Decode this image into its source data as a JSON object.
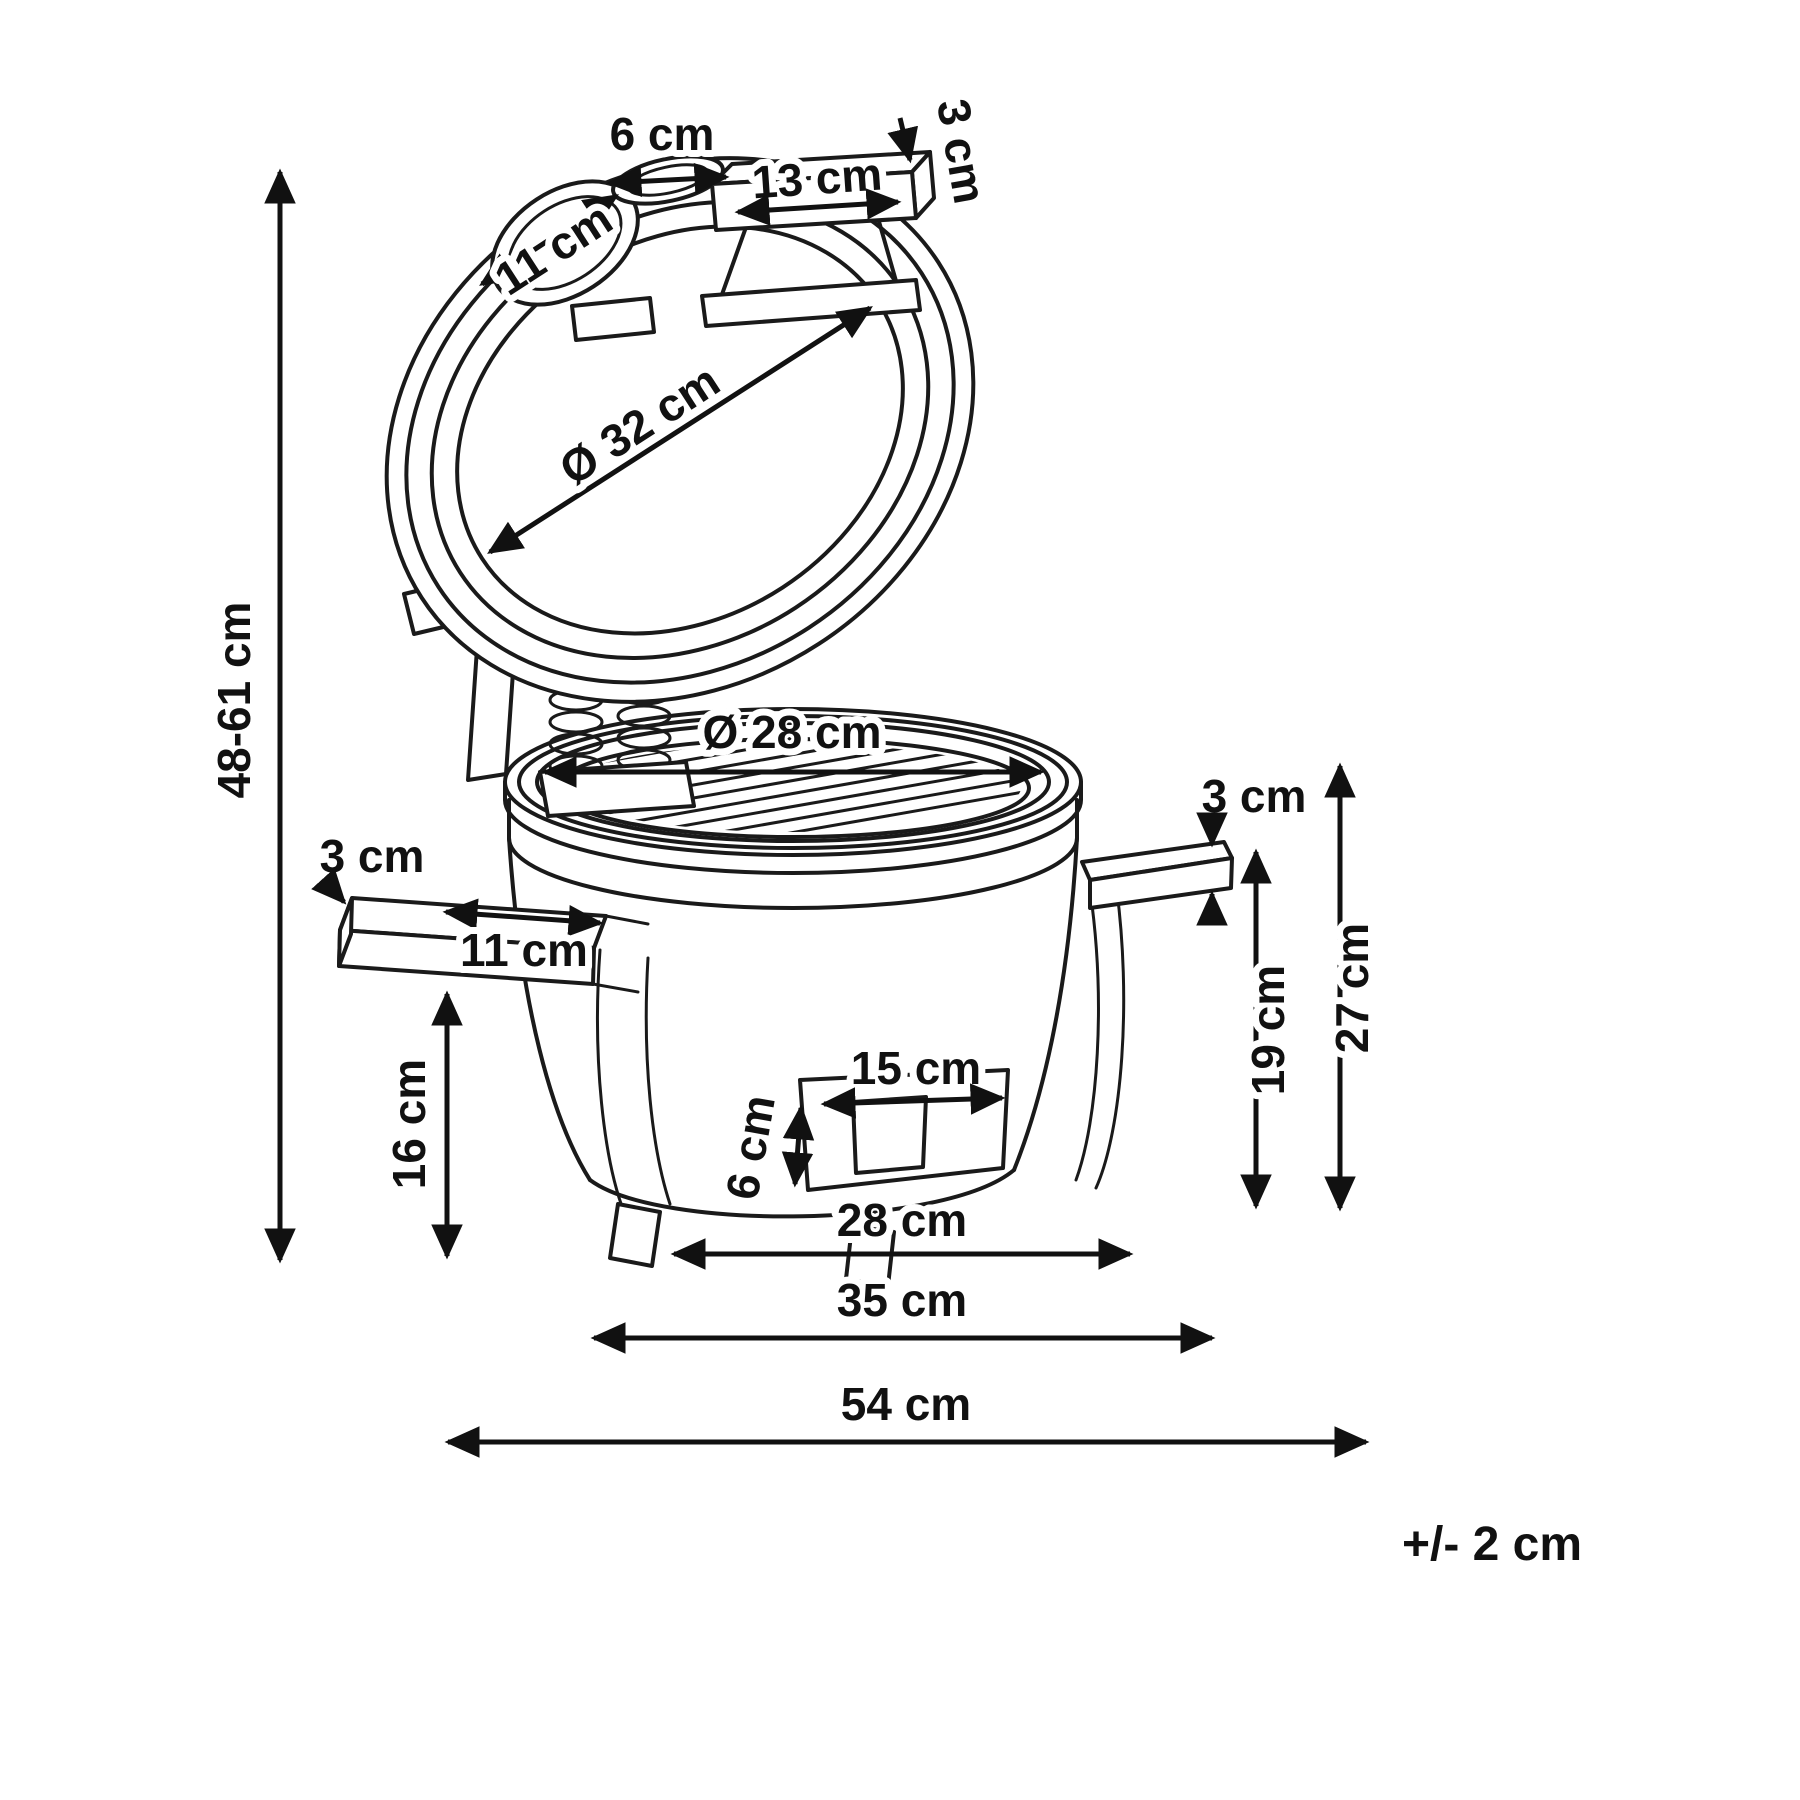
{
  "diagram": {
    "type": "product-dimension-diagram",
    "product": "kamado-grill",
    "tolerance": "+/- 2 cm",
    "labels": {
      "total_height": "48-61 cm",
      "lid_vent_opening": "6 cm",
      "lid_handle_length": "13 cm",
      "lid_handle_thickness": "3 cm",
      "lid_vent_cap": "11 cm",
      "lid_inner_diameter": "Ø 32 cm",
      "grate_diameter": "Ø 28 cm",
      "right_shelf_thickness": "3 cm",
      "right_shelf_height": "19 cm",
      "right_total_height": "27 cm",
      "left_shelf_thickness": "3 cm",
      "left_shelf_length": "11 cm",
      "left_ground_clearance": "16 cm",
      "vent_width": "15 cm",
      "vent_height": "6 cm",
      "base_width": "28 cm",
      "body_width": "35 cm",
      "total_width": "54 cm"
    }
  }
}
